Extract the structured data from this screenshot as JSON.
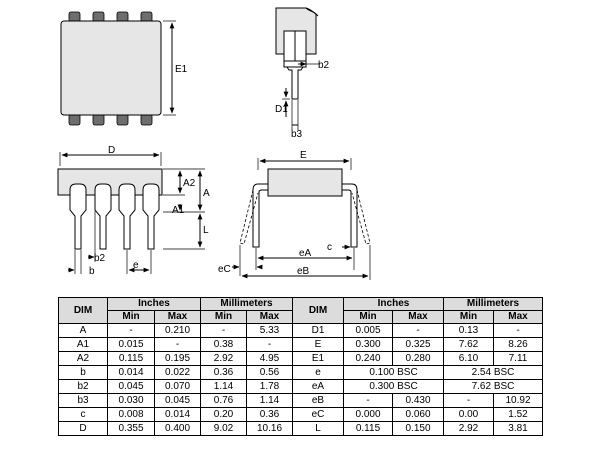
{
  "drawing": {
    "labels": {
      "E1": "E1",
      "b2_side": "b2",
      "D1": "D1",
      "b3": "b3",
      "D": "D",
      "A2": "A2",
      "A": "A",
      "A1": "A1",
      "L": "L",
      "b2_front": "b2",
      "b": "b",
      "e": "e",
      "E": "E",
      "c": "c",
      "eA": "eA",
      "eC": "eC",
      "eB": "eB"
    }
  },
  "table": {
    "header": {
      "dim": "DIM",
      "inches": "Inches",
      "millimeters": "Millimeters",
      "min": "Min",
      "max": "Max"
    },
    "rows": [
      {
        "dim": "A",
        "in_min": "-",
        "in_max": "0.210",
        "mm_min": "-",
        "mm_max": "5.33",
        "dim2": "D1",
        "in_min2": "0.005",
        "in_max2": "-",
        "mm_min2": "0.13",
        "mm_max2": "-"
      },
      {
        "dim": "A1",
        "in_min": "0.015",
        "in_max": "-",
        "mm_min": "0.38",
        "mm_max": "-",
        "dim2": "E",
        "in_min2": "0.300",
        "in_max2": "0.325",
        "mm_min2": "7.62",
        "mm_max2": "8.26"
      },
      {
        "dim": "A2",
        "in_min": "0.115",
        "in_max": "0.195",
        "mm_min": "2.92",
        "mm_max": "4.95",
        "dim2": "E1",
        "in_min2": "0.240",
        "in_max2": "0.280",
        "mm_min2": "6.10",
        "mm_max2": "7.11"
      },
      {
        "dim": "b",
        "in_min": "0.014",
        "in_max": "0.022",
        "mm_min": "0.36",
        "mm_max": "0.56",
        "dim2": "e",
        "in_span2": "0.100 BSC",
        "mm_span2": "2.54 BSC"
      },
      {
        "dim": "b2",
        "in_min": "0.045",
        "in_max": "0.070",
        "mm_min": "1.14",
        "mm_max": "1.78",
        "dim2": "eA",
        "in_span2": "0.300 BSC",
        "mm_span2": "7.62 BSC"
      },
      {
        "dim": "b3",
        "in_min": "0.030",
        "in_max": "0.045",
        "mm_min": "0.76",
        "mm_max": "1.14",
        "dim2": "eB",
        "in_min2": "-",
        "in_max2": "0.430",
        "mm_min2": "-",
        "mm_max2": "10.92"
      },
      {
        "dim": "c",
        "in_min": "0.008",
        "in_max": "0.014",
        "mm_min": "0.20",
        "mm_max": "0.36",
        "dim2": "eC",
        "in_min2": "0.000",
        "in_max2": "0.060",
        "mm_min2": "0.00",
        "mm_max2": "1.52"
      },
      {
        "dim": "D",
        "in_min": "0.355",
        "in_max": "0.400",
        "mm_min": "9.02",
        "mm_max": "10.16",
        "dim2": "L",
        "in_min2": "0.115",
        "in_max2": "0.150",
        "mm_min2": "2.92",
        "mm_max2": "3.81"
      }
    ]
  }
}
